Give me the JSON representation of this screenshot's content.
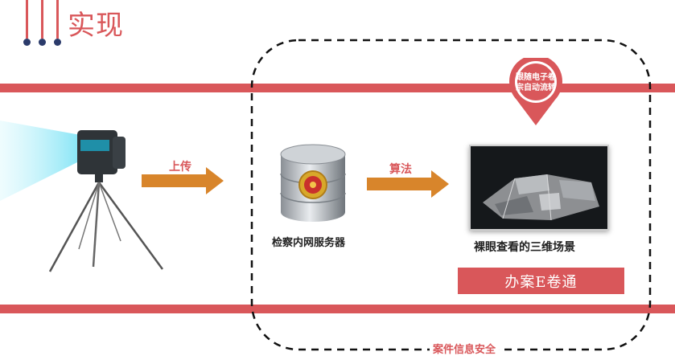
{
  "header": {
    "title": "实现"
  },
  "flow": {
    "upload_label": "上传",
    "algorithm_label": "算法",
    "server_caption": "检察内网服务器",
    "scene_caption": "裸眼查看的三维场景"
  },
  "pin": {
    "line1": "跟随电子卷",
    "line2": "宗自动流转"
  },
  "action_button": {
    "label": "办案E卷通"
  },
  "security": {
    "label": "案件信息安全"
  },
  "colors": {
    "accent": "#d9575a",
    "arrow": "#d8852b",
    "dots": "#2b3b6b"
  }
}
